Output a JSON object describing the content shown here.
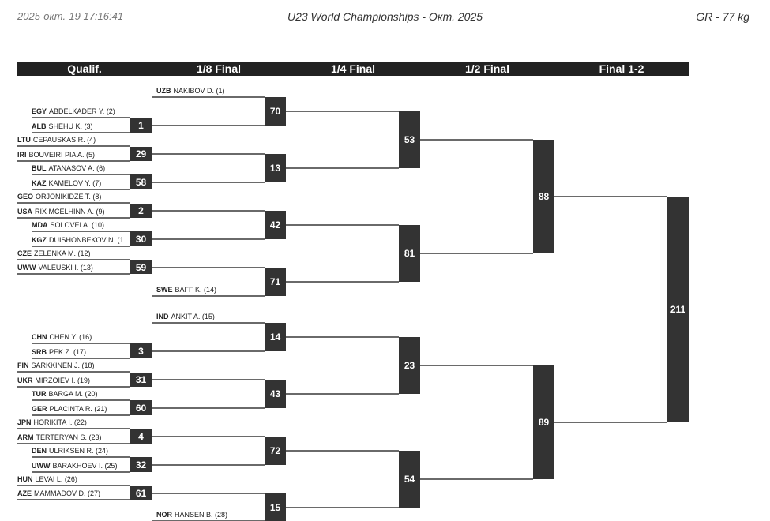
{
  "header": {
    "timestamp": "2025-окт.-19 17:16:41",
    "title": "U23 World Championships - Окт. 2025",
    "category": "GR - 77 kg"
  },
  "rounds": [
    "Qualif.",
    "1/8 Final",
    "1/4 Final",
    "1/2 Final",
    "Final 1-2"
  ],
  "wrestlers": [
    {
      "country": "UZB",
      "name": "NAKIBOV D. (1)"
    },
    {
      "country": "EGY",
      "name": "ABDELKADER Y. (2)"
    },
    {
      "country": "ALB",
      "name": "SHEHU K. (3)"
    },
    {
      "country": "LTU",
      "name": "CEPAUSKAS R. (4)"
    },
    {
      "country": "IRI",
      "name": "BOUVEIRI PIA A. (5)"
    },
    {
      "country": "BUL",
      "name": "ATANASOV A. (6)"
    },
    {
      "country": "KAZ",
      "name": "KAMELOV Y. (7)"
    },
    {
      "country": "GEO",
      "name": "ORJONIKIDZE T. (8)"
    },
    {
      "country": "USA",
      "name": "RIX MCELHINN A. (9)"
    },
    {
      "country": "MDA",
      "name": "SOLOVEI A. (10)"
    },
    {
      "country": "KGZ",
      "name": "DUISHONBEKOV N. (1"
    },
    {
      "country": "CZE",
      "name": "ZELENKA M. (12)"
    },
    {
      "country": "UWW",
      "name": "VALEUSKI I. (13)"
    },
    {
      "country": "SWE",
      "name": "BAFF K. (14)"
    },
    {
      "country": "IND",
      "name": "ANKIT A. (15)"
    },
    {
      "country": "CHN",
      "name": "CHEN Y. (16)"
    },
    {
      "country": "SRB",
      "name": "PEK Z. (17)"
    },
    {
      "country": "FIN",
      "name": "SARKKINEN J. (18)"
    },
    {
      "country": "UKR",
      "name": "MIRZOIEV I. (19)"
    },
    {
      "country": "TUR",
      "name": "BARGA M. (20)"
    },
    {
      "country": "GER",
      "name": "PLACINTA R. (21)"
    },
    {
      "country": "JPN",
      "name": "HORIKITA I. (22)"
    },
    {
      "country": "ARM",
      "name": "TERTERYAN S. (23)"
    },
    {
      "country": "DEN",
      "name": "ULRIKSEN R. (24)"
    },
    {
      "country": "UWW",
      "name": "BARAKHOEV I. (25)"
    },
    {
      "country": "HUN",
      "name": "LEVAI L. (26)"
    },
    {
      "country": "AZE",
      "name": "MAMMADOV D. (27)"
    },
    {
      "country": "NOR",
      "name": "HANSEN B. (28)"
    }
  ],
  "bouts": {
    "qualif": [
      "1",
      "29",
      "58",
      "2",
      "30",
      "59",
      "3",
      "31",
      "60",
      "4",
      "32",
      "61"
    ],
    "r16": [
      "70",
      "13",
      "42",
      "71",
      "14",
      "43",
      "72",
      "15"
    ],
    "qf": [
      "53",
      "81",
      "23",
      "54"
    ],
    "sf": [
      "88",
      "89"
    ],
    "final": [
      "211"
    ]
  }
}
